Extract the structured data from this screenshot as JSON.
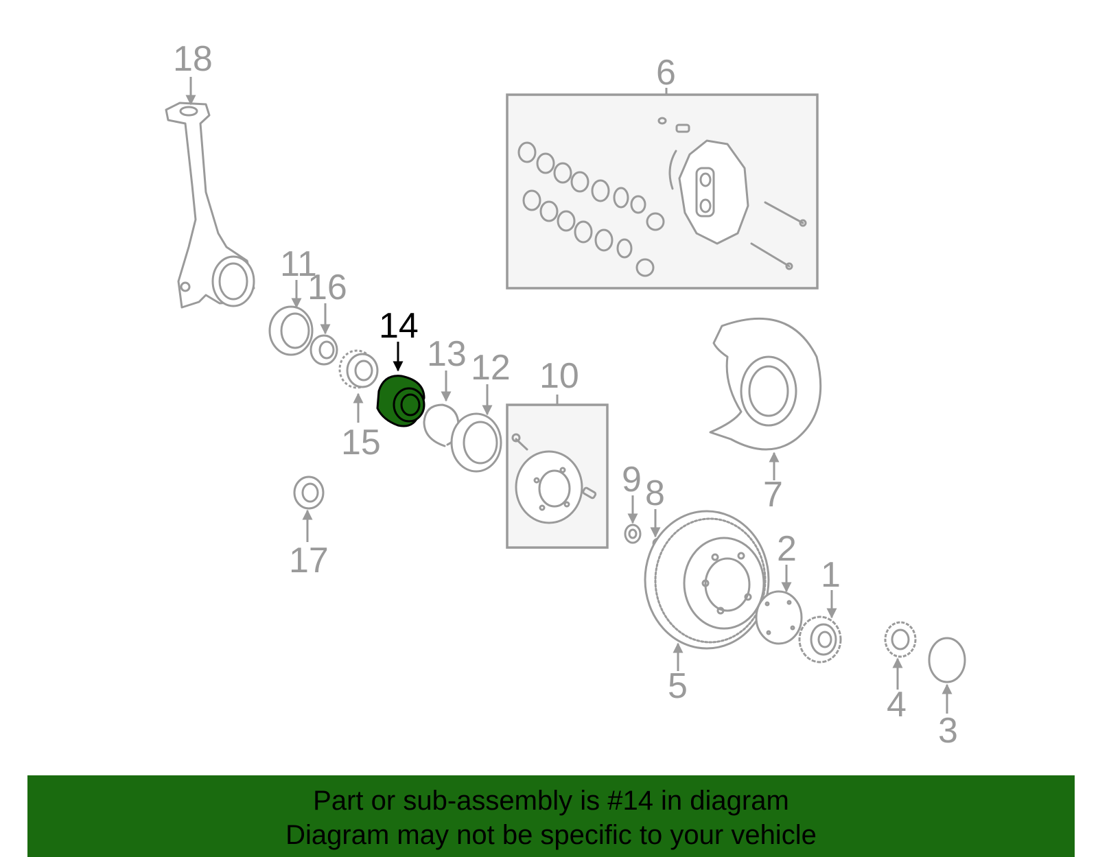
{
  "diagram": {
    "highlighted_part": "14",
    "highlight_color": "#1a6b0f",
    "callouts": {
      "p1": "1",
      "p2": "2",
      "p3": "3",
      "p4": "4",
      "p5": "5",
      "p6": "6",
      "p7": "7",
      "p8": "8",
      "p9": "9",
      "p10": "10",
      "p11": "11",
      "p12": "12",
      "p13": "13",
      "p14": "14",
      "p15": "15",
      "p16": "16",
      "p17": "17",
      "p18": "18"
    }
  },
  "footer": {
    "line1": "Part or sub-assembly is #14 in diagram",
    "line2": "Diagram may not be specific to your vehicle",
    "background_color": "#1a6b0f"
  }
}
